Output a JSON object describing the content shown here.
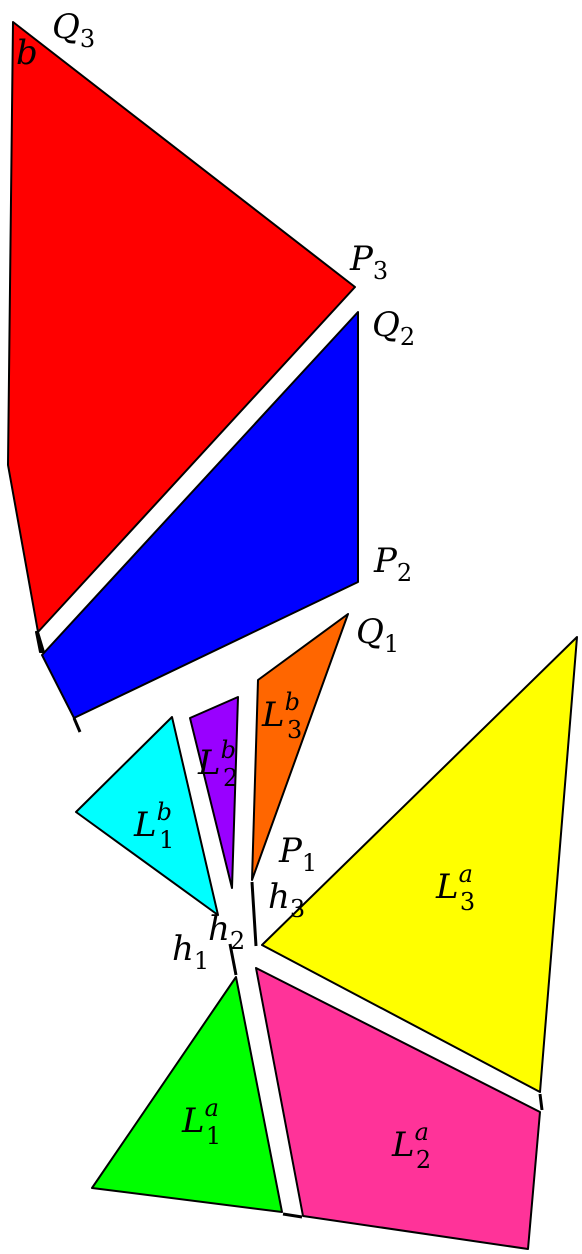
{
  "colors": {
    "red": "#ff0000",
    "blue": "#0000ff",
    "orange": "#ff6600",
    "purple": "#9900ff",
    "cyan": "#00ffff",
    "yellow": "#ffff00",
    "magenta": "#ff3399",
    "green": "#00ff00",
    "outline": "#000000"
  },
  "labels": {
    "b": "b",
    "Q3": {
      "base": "Q",
      "sub": "3"
    },
    "P3": {
      "base": "P",
      "sub": "3"
    },
    "Q2": {
      "base": "Q",
      "sub": "2"
    },
    "P2": {
      "base": "P",
      "sub": "2"
    },
    "Q1": {
      "base": "Q",
      "sub": "1"
    },
    "P1": {
      "base": "P",
      "sub": "1"
    },
    "h1": {
      "base": "h",
      "sub": "1"
    },
    "h2": {
      "base": "h",
      "sub": "2"
    },
    "h3": {
      "base": "h",
      "sub": "3"
    },
    "L1b": {
      "base": "L",
      "sub": "1",
      "sup": "b"
    },
    "L2b": {
      "base": "L",
      "sub": "2",
      "sup": "b"
    },
    "L3b": {
      "base": "L",
      "sub": "3",
      "sup": "b"
    },
    "L1a": {
      "base": "L",
      "sub": "1",
      "sup": "a"
    },
    "L2a": {
      "base": "L",
      "sub": "2",
      "sup": "a"
    },
    "L3a": {
      "base": "L",
      "sub": "3",
      "sup": "a"
    }
  }
}
